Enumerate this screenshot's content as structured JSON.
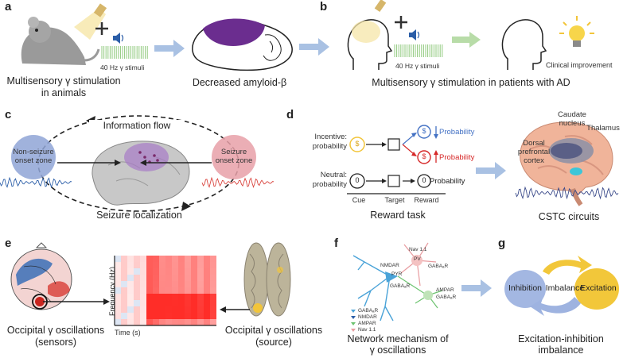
{
  "panels": {
    "a": {
      "label": "a",
      "stimuli_label": "40 Hz γ stimuli",
      "caption_line1": "Multisensory γ stimulation",
      "caption_line2": "in animals",
      "result_caption": "Decreased amyloid-β"
    },
    "b": {
      "label": "b",
      "stimuli_label": "40 Hz γ stimuli",
      "outcome_label": "Clinical improvement",
      "caption": "Multisensory γ stimulation in patients with AD"
    },
    "c": {
      "label": "c",
      "flow_label": "Information flow",
      "left_zone_line1": "Non-seizure",
      "left_zone_line2": "onset zone",
      "right_zone_line1": "Seizure",
      "right_zone_line2": "onset zone",
      "caption": "Seizure localization"
    },
    "d": {
      "label": "d",
      "incentive_line1": "Incentive:",
      "incentive_line2": "probability",
      "neutral_line1": "Neutral:",
      "neutral_line2": "probability",
      "dollar_symbol": "$",
      "zero_symbol": "0",
      "probability_up": "Probability",
      "probability_down": "Probability",
      "probability_neutral": "Probability",
      "axis_cue": "Cue",
      "axis_target": "Target",
      "axis_reward": "Reward",
      "caption": "Reward task",
      "brain_dorsal_line1": "Dorsal",
      "brain_dorsal_line2": "prefrontal",
      "brain_dorsal_line3": "cortex",
      "brain_caudate_line1": "Caudate",
      "brain_caudate_line2": "nucleus",
      "brain_thalamus": "Thalamus",
      "brain_caption": "CSTC circuits"
    },
    "e": {
      "label": "e",
      "sensor_caption_line1": "Occipital γ oscillations",
      "sensor_caption_line2": "(sensors)",
      "y_axis_label": "Frequency (Hz)",
      "x_axis_label": "Time (s)",
      "source_caption_line1": "Occipital γ oscillations",
      "source_caption_line2": "(source)"
    },
    "f": {
      "label": "f",
      "nav": "Nav 1.1",
      "pv": "PV",
      "gabaar_top": "GABAₐR",
      "nmdar": "NMDAR",
      "pyr": "PYR",
      "gabaar_mid": "GABAₐR",
      "ampar": "AMPAR",
      "gabaar_right": "GABAₐR",
      "legend": [
        "GABAₐR",
        "NMDAR",
        "AMPAR",
        "Nav 1.1"
      ],
      "caption_line1": "Network mechanism of",
      "caption_line2": "γ oscillations"
    },
    "g": {
      "label": "g",
      "inhibition": "Inhibition",
      "imbalance": "Imbalance",
      "excitation": "Excitation",
      "caption_line1": "Excitation-inhibition",
      "caption_line2": "imbalance"
    }
  },
  "colors": {
    "arrow": "#a9c1e3",
    "purple": "#6b2d8f",
    "blue_zone": "#8fa4d6",
    "red_zone": "#e8a0a8",
    "green_stim": "#8fc97c",
    "yellow": "#f2c53a",
    "inhibition": "#9eb3e0",
    "excitation": "#f2c73a"
  }
}
